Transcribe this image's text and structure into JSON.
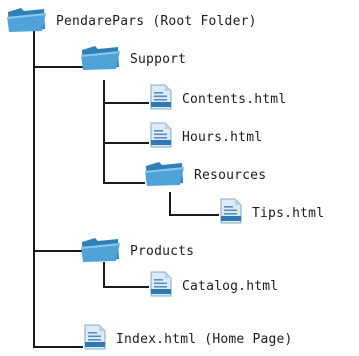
{
  "tree": {
    "root": {
      "label": "PendarePars (Root Folder)",
      "icon": "folder-icon"
    },
    "support": {
      "label": "Support",
      "icon": "folder-icon"
    },
    "contents": {
      "label": "Contents.html",
      "icon": "html-file-icon"
    },
    "hours": {
      "label": "Hours.html",
      "icon": "html-file-icon"
    },
    "resources": {
      "label": "Resources",
      "icon": "folder-icon"
    },
    "tips": {
      "label": "Tips.html",
      "icon": "html-file-icon"
    },
    "products": {
      "label": "Products",
      "icon": "folder-icon"
    },
    "catalog": {
      "label": "Catalog.html",
      "icon": "html-file-icon"
    },
    "index": {
      "label": "Index.html (Home Page)",
      "icon": "html-file-icon"
    }
  },
  "colors": {
    "folder_front": "#4fa3d8",
    "folder_back": "#2f7fb8",
    "file_page": "#dcebf7",
    "file_band": "#2e78b3",
    "connector": "#1a1a1a"
  }
}
